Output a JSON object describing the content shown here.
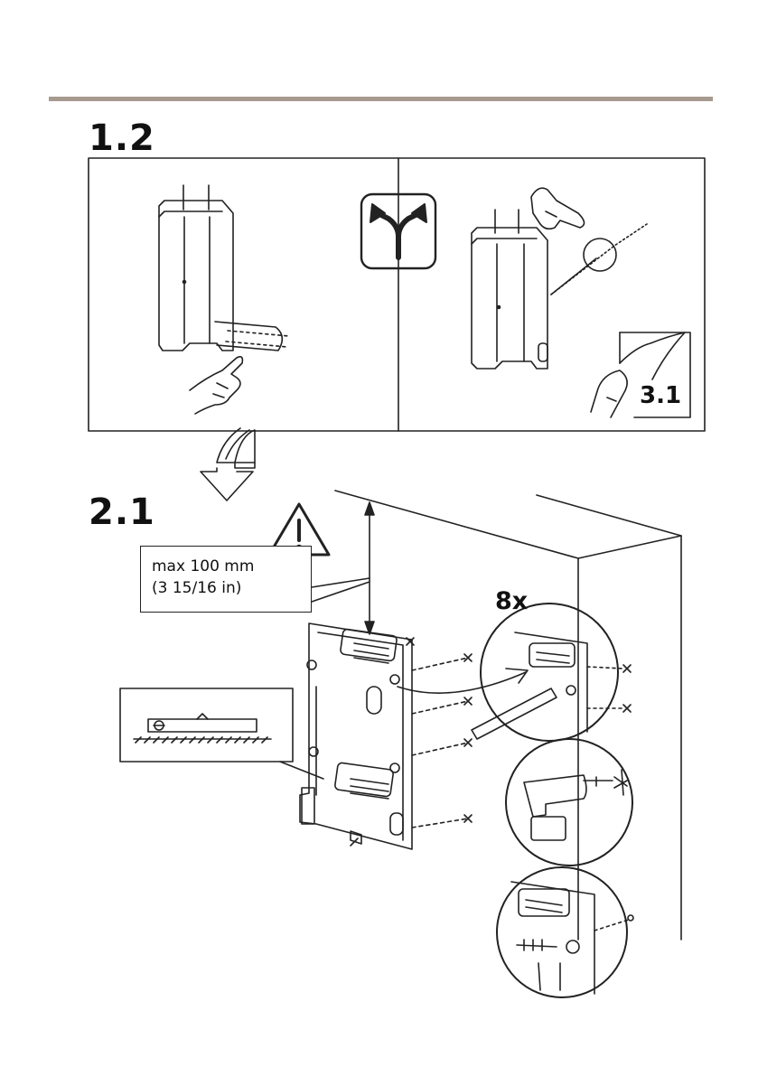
{
  "steps": {
    "step_1_2": "1.2",
    "step_2_1": "2.1"
  },
  "panel_1_2": {
    "alternative_icon": "fork-arrows-icon",
    "reference_label": "3.1"
  },
  "panel_2_1": {
    "note_line1": "max 100 mm",
    "note_line2": "(3 15/16 in)",
    "screw_count": "8x",
    "warning_icon": "warning-triangle-icon",
    "level_icon": "spirit-level-icon",
    "drill_icon": "drill-icon"
  },
  "colors": {
    "rule": "#a79a8e",
    "line": "#222222"
  }
}
